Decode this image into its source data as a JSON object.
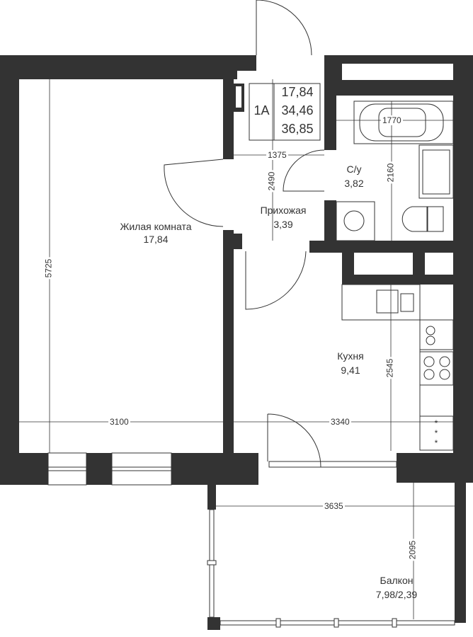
{
  "apartment": {
    "type_code": "1A",
    "areas": [
      "17,84",
      "34,46",
      "36,85"
    ]
  },
  "rooms": {
    "living": {
      "name": "Жилая комната",
      "area": "17,84"
    },
    "hall": {
      "name": "Прихожая",
      "area": "3,39"
    },
    "bathroom": {
      "name": "С/у",
      "area": "3,82"
    },
    "kitchen": {
      "name": "Кухня",
      "area": "9,41"
    },
    "balcony": {
      "name": "Балкон",
      "area": "7,98/2,39"
    }
  },
  "dimensions": {
    "living_height": "5725",
    "living_width": "3100",
    "hall_width": "1375",
    "hall_height": "2490",
    "bath_tub": "1770",
    "bath_height": "2160",
    "kitchen_height": "2545",
    "kitchen_width": "3340",
    "balcony_width": "3635",
    "balcony_depth": "2095"
  }
}
